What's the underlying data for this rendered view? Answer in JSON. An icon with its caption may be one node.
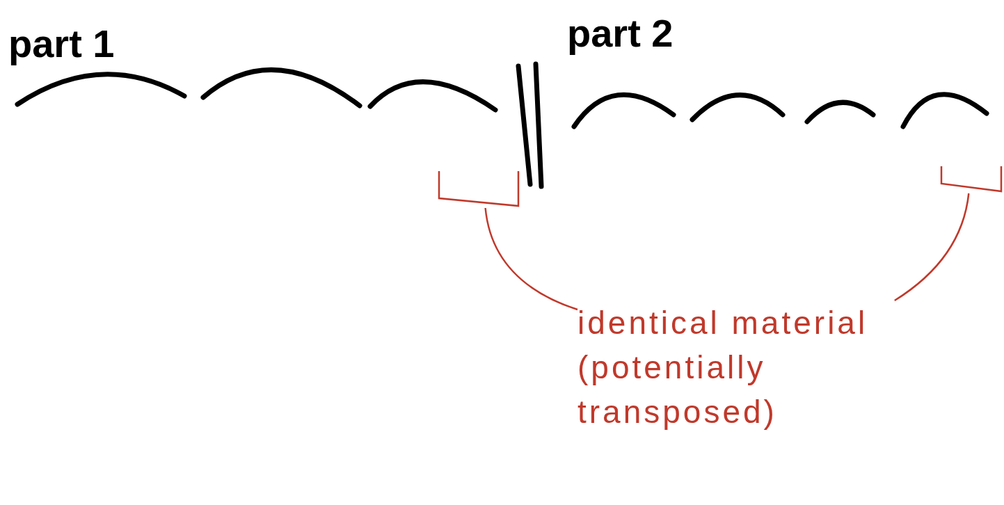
{
  "diagram": {
    "nodes": [
      {
        "text": [
          "identical material (potentially transposed)"
        ]
      },
      {
        "text": [],
        "shape": "bracket"
      },
      {
        "text": [],
        "shape": "bracket"
      }
    ],
    "edges": [
      {
        "from": 0,
        "to": 1,
        "arrow": "none"
      },
      {
        "from": 0,
        "to": 2,
        "arrow": "none"
      }
    ],
    "labels": [
      "part 1",
      "part 2"
    ]
  }
}
